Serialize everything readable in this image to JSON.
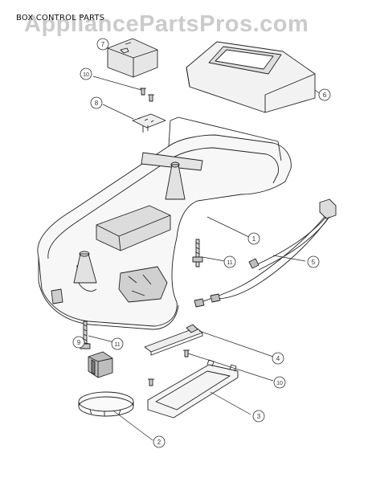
{
  "header": {
    "title": "BOX CONTROL PARTS"
  },
  "watermark": {
    "text": "AppliancePartsPros.com"
  },
  "callouts": [
    {
      "id": "part-7",
      "label": "7"
    },
    {
      "id": "part-10a",
      "label": "10"
    },
    {
      "id": "part-8",
      "label": "8"
    },
    {
      "id": "part-6",
      "label": "6"
    },
    {
      "id": "part-1",
      "label": "1"
    },
    {
      "id": "part-11a",
      "label": "11"
    },
    {
      "id": "part-5",
      "label": "5"
    },
    {
      "id": "part-11b",
      "label": "11"
    },
    {
      "id": "part-9",
      "label": "9"
    },
    {
      "id": "part-4",
      "label": "4"
    },
    {
      "id": "part-10b",
      "label": "10"
    },
    {
      "id": "part-3",
      "label": "3"
    },
    {
      "id": "part-2",
      "label": "2"
    }
  ],
  "colors": {
    "line": "#222222",
    "shade": "#d9d9d9",
    "watermark": "#a0a0a0"
  }
}
